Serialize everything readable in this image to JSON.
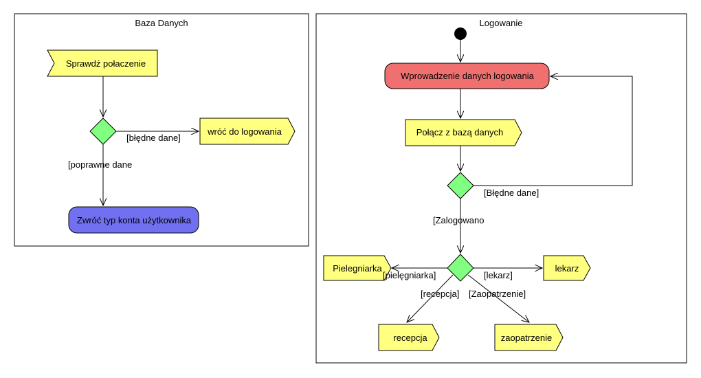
{
  "panels": {
    "db": {
      "title": "Baza Danych"
    },
    "login": {
      "title": "Logowanie"
    }
  },
  "db": {
    "check": "Sprawdź połaczenie",
    "back": "wróć do logowania",
    "return_type": "Zwróć typ konta użytkownika",
    "guard_wrong": "[błędne dane]",
    "guard_ok": "[poprawne dane"
  },
  "login": {
    "enter": "Wprowadzenie danych logowania",
    "connect": "Połącz z bazą danych",
    "guard_wrong": "[Błędne dane]",
    "guard_logged": "[Zalogowano",
    "nurse": "Pielegniarka",
    "doctor": "lekarz",
    "reception": "recepcja",
    "supply": "zaopatrzenie",
    "g_nurse": "[pielęgniarka]",
    "g_doctor": "[lekarz]",
    "g_reception": "[recepcja]",
    "g_supply": "[Zaopatrzenie]"
  },
  "colors": {
    "note": "#ffff80",
    "decision": "#80ff80",
    "action_red": "#f07070",
    "action_blue": "#7070f0"
  }
}
